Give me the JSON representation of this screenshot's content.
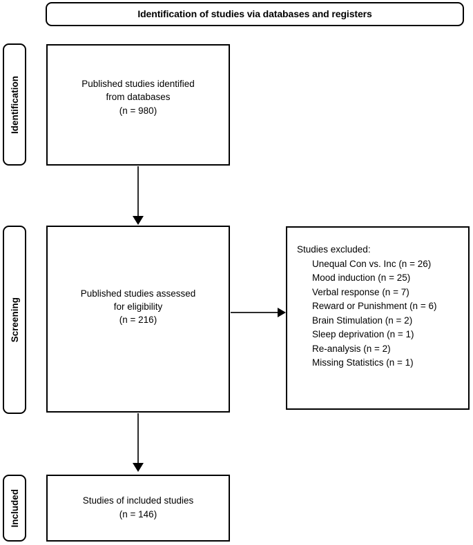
{
  "header": {
    "title": "Identification of studies via databases and registers"
  },
  "stages": [
    {
      "id": "identification",
      "label": "Identification"
    },
    {
      "id": "screening",
      "label": "Screening"
    },
    {
      "id": "included",
      "label": "Included"
    }
  ],
  "boxes": {
    "identified": {
      "text": "Published studies identified\nfrom databases\n(n = 980)"
    },
    "assessed": {
      "text": "Published studies assessed\nfor eligibility\n(n = 216)"
    },
    "included": {
      "text": "Studies of included studies\n(n = 146)"
    },
    "excluded": {
      "title": "Studies excluded:",
      "items": [
        "Unequal Con vs. Inc (n = 26)",
        "Mood induction (n = 25)",
        "Verbal response (n = 7)",
        "Reward or Punishment (n = 6)",
        "Brain Stimulation (n = 2)",
        "Sleep deprivation (n = 1)",
        "Re-analysis (n = 2)",
        "Missing Statistics (n = 1)"
      ]
    }
  },
  "connectors": [
    {
      "id": "identified-to-assessed",
      "direction": "down"
    },
    {
      "id": "assessed-to-excluded",
      "direction": "right"
    },
    {
      "id": "assessed-to-included",
      "direction": "down"
    }
  ],
  "colors": {
    "stroke": "#000000",
    "background": "#ffffff",
    "connector": "#2b2b2b"
  }
}
